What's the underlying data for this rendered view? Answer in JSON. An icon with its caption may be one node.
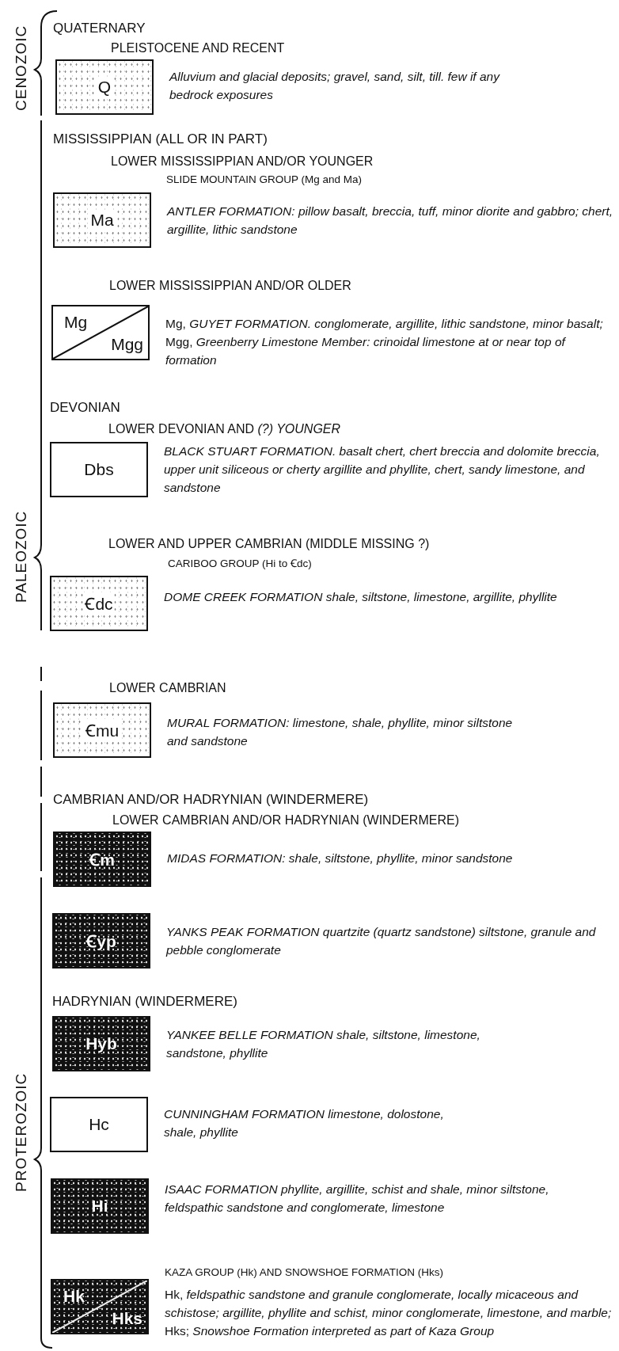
{
  "diagram": {
    "nodes": [
      {
        "text": [
          "Q"
        ],
        "beside": [
          "Alluvium and glacial deposits; gravel, sand, silt, till. few if any bedrock exposures"
        ]
      },
      {
        "text": [
          "Ma"
        ],
        "beside": [
          "ANTLER FORMATION: pillow basalt, breccia, tuff, minor diorite and gabbro; chert, argillite, lithic sandstone"
        ]
      },
      {
        "text": [
          "Mg",
          "Mgg"
        ],
        "beside": [
          "Mg, *GUYET FORMATION. conglomerate, argillite, lithic sandstone, minor basalt;* Mgg, *Greenberry Limestone Member: crinoidal limestone at or near top of formation*"
        ]
      },
      {
        "text": [
          "Dbs"
        ],
        "beside": [
          "BLACK STUART FORMATION. basalt chert, chert breccia and dolomite breccia, upper unit siliceous or cherty argillite and phyllite, chert, sandy limestone, and sandstone"
        ]
      },
      {
        "text": [
          "Ꞓdc"
        ],
        "beside": [
          "DOME CREEK FORMATION shale, siltstone, limestone, argillite, phyllite"
        ]
      },
      {
        "text": [
          "Ꞓmu"
        ],
        "beside": [
          "MURAL FORMATION: limestone, shale, phyllite, minor siltstone and sandstone"
        ]
      },
      {
        "text": [
          "Ꞓm"
        ],
        "beside": [
          "MIDAS FORMATION: shale, siltstone, phyllite, minor sandstone"
        ]
      },
      {
        "text": [
          "Ꞓyp"
        ],
        "beside": [
          "YANKS PEAK FORMATION quartzite (quartz sandstone) siltstone, granule and pebble conglomerate"
        ]
      },
      {
        "text": [
          "Hyb"
        ],
        "beside": [
          "YANKEE BELLE FORMATION shale, siltstone, limestone, sandstone, phyllite"
        ]
      },
      {
        "text": [
          "Hc"
        ],
        "beside": [
          "CUNNINGHAM FORMATION limestone, dolostone, shale, phyllite"
        ]
      },
      {
        "text": [
          "Hi"
        ],
        "beside": [
          "ISAAC FORMATION phyllite, argillite, schist and shale, minor siltstone, feldspathic sandstone and conglomerate, limestone"
        ]
      },
      {
        "text": [
          "Hk",
          "Hks"
        ],
        "beside": [
          "KAZA GROUP (Hk) AND SNOWSHOE FORMATION (Hks)",
          "Hk, *feldspathic sandstone and granule conglomerate, locally micaceous and schistose; argillite, phyllite and schist, minor conglomerate, limestone, and marble;* Hks; *Snowshoe Formation interpreted as part of Kaza Group*"
        ]
      }
    ],
    "labels": [
      "CENOZOIC",
      "QUATERNARY",
      "PLEISTOCENE AND RECENT",
      "MISSISSIPPIAN (ALL OR IN PART)",
      "LOWER MISSISSIPPIAN AND/OR YOUNGER",
      "SLIDE MOUNTAIN GROUP (Mg and Ma)",
      "LOWER MISSISSIPPIAN AND/OR OLDER",
      "DEVONIAN",
      "LOWER DEVONIAN AND *(?) YOUNGER*",
      "PALEOZOIC",
      "LOWER AND UPPER CAMBRIAN (MIDDLE MISSING ?)",
      "CARIBOO GROUP (Hi to Ꞓdc)",
      "LOWER CAMBRIAN",
      "CAMBRIAN AND/OR HADRYNIAN (WINDERMERE)",
      "LOWER CAMBRIAN AND/OR HADRYNIAN (WINDERMERE)",
      "HADRYNIAN (WINDERMERE)",
      "PROTEROZOIC"
    ]
  }
}
